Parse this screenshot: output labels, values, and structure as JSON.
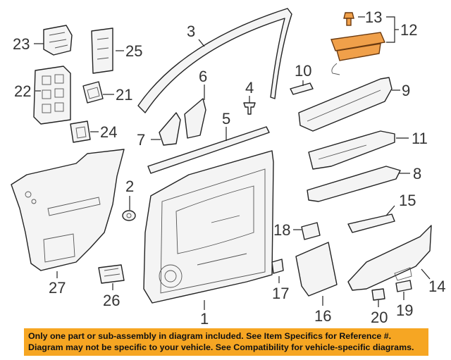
{
  "callouts": {
    "n1": "1",
    "n2": "2",
    "n3": "3",
    "n4": "4",
    "n5": "5",
    "n6": "6",
    "n7": "7",
    "n8": "8",
    "n9": "9",
    "n10": "10",
    "n11": "11",
    "n12": "12",
    "n13": "13",
    "n14": "14",
    "n15": "15",
    "n16": "16",
    "n17": "17",
    "n18": "18",
    "n19": "19",
    "n20": "20",
    "n21": "21",
    "n22": "22",
    "n23": "23",
    "n24": "24",
    "n25": "25",
    "n26": "26",
    "n27": "27"
  },
  "notice": {
    "line1": "Only one part or sub-assembly in diagram included. See Item Specifics for Reference #.",
    "line2": "Diagram may not be specific to your vehicle. See Compatibility for vehicle-specific diagrams."
  },
  "colors": {
    "highlight": "#f0a04a",
    "notice_background": "#f6a623"
  }
}
